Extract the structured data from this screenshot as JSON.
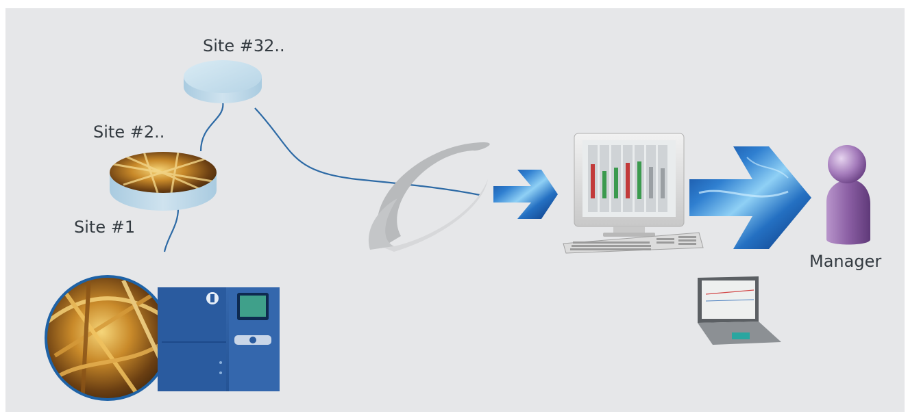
{
  "diagram": {
    "labels": {
      "site32": "Site #32..",
      "site2": "Site #2..",
      "site1": "Site #1",
      "manager": "Manager"
    },
    "colors": {
      "background": "#e6e7e9",
      "cable": "#2d6aa5",
      "arrow_blue": "#1d5aa8",
      "manager_purple": "#8c61a3",
      "disc_light": "#c4dcea",
      "device_blue": "#2a5b9f",
      "ring_grey": "#a7a9ac"
    },
    "icons": [
      "site-32-disc-icon",
      "site-2-disc-icon",
      "site-1-photo-icon",
      "gauge-device-icon",
      "wireless-ring-icon",
      "arrow-right-icon",
      "computer-monitor-icon",
      "keyboard-icon",
      "laptop-icon",
      "manager-person-icon"
    ]
  }
}
